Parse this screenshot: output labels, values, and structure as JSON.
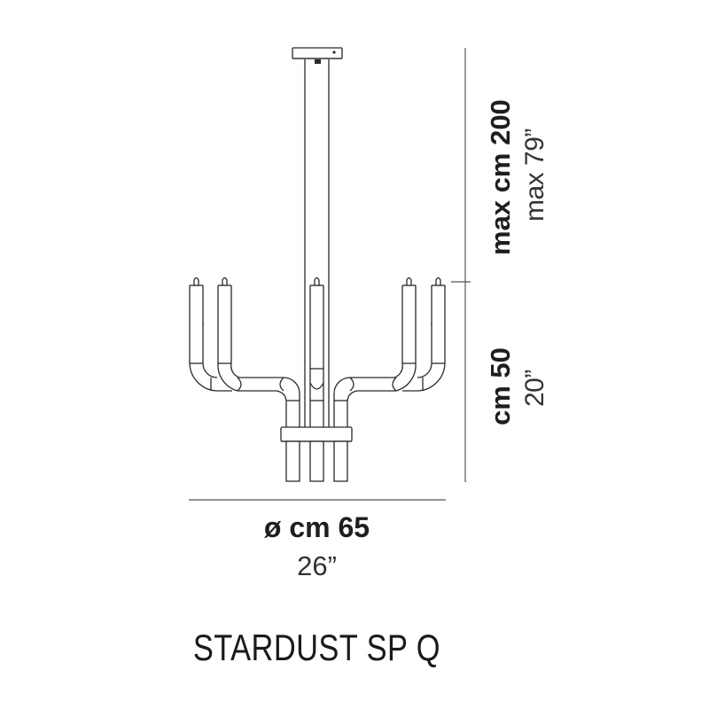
{
  "product": {
    "name": "STARDUST SP Q"
  },
  "dimensions": {
    "height_max": {
      "metric": "max cm 200",
      "imperial": "max 79”"
    },
    "height_body": {
      "metric": "cm 50",
      "imperial": "20”"
    },
    "diameter": {
      "metric": "ø cm 65",
      "imperial": "26”"
    }
  },
  "drawing": {
    "description": "Pendant chandelier technical drawing: ceiling canopy, two suspension rods, five upright glass tubes with bent arms, central collar ring and three lower tubes",
    "line_color": "#2a2a2a",
    "dimension_line_color": "#555555"
  }
}
